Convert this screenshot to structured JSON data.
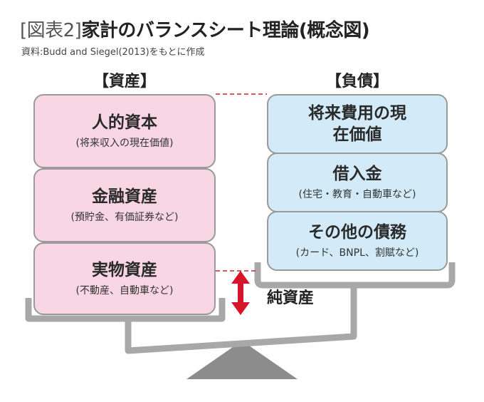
{
  "title": {
    "prefix": "[図表2]",
    "text": "家計のバランスシート理論(概念図)"
  },
  "source": "資料:Budd and Siegel(2013)をもとに作成",
  "assets": {
    "header": "【資産】",
    "items": [
      {
        "main": "人的資本",
        "sub": "(将来収入の現在価値)"
      },
      {
        "main": "金融資産",
        "sub": "(預貯金、有価証券など)"
      },
      {
        "main": "実物資産",
        "sub": "(不動産、自動車など)"
      }
    ]
  },
  "liabilities": {
    "header": "【負債】",
    "items": [
      {
        "main": "将来費用の現在価値"
      },
      {
        "main": "借入金",
        "sub": "(住宅・教育・自動車など)"
      },
      {
        "main": "その他の債務",
        "sub": "(カード、BNPL、割賦など)"
      }
    ]
  },
  "net_worth_label": "純資産",
  "colors": {
    "asset_fill": "#f8d6e3",
    "liability_fill": "#d3ebf8",
    "box_border": "#9a9a9a",
    "scale_gray": "#8c8c8c",
    "arrow_red": "#d7152a",
    "dashed_red": "#cc2233"
  }
}
